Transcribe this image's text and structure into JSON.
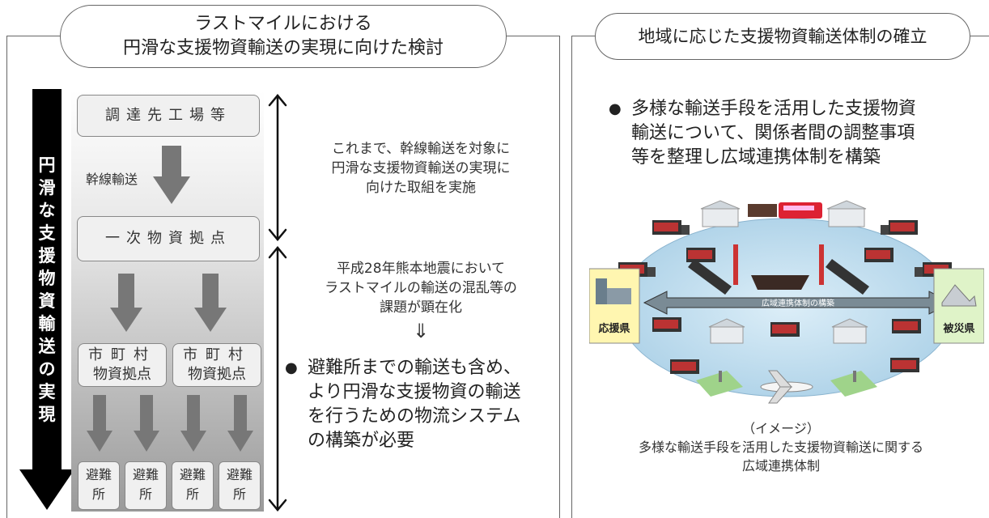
{
  "left": {
    "title_line1": "ラストマイルにおける",
    "title_line2": "円滑な支援物資輸送の実現に向けた検討",
    "vertical_label": "円滑な支援物資輸送の実現",
    "box_supplier": "調達先工場等",
    "trunk_label": "幹線輸送",
    "box_primary": "一次物資拠点",
    "box_muni_1_line1": "市町村",
    "box_muni_1_line2": "物資拠点",
    "box_muni_2_line1": "市町村",
    "box_muni_2_line2": "物資拠点",
    "shelter_1_line1": "避難",
    "shelter_1_line2": "所",
    "shelter_2_line1": "避難",
    "shelter_2_line2": "所",
    "shelter_3_line1": "避難",
    "shelter_3_line2": "所",
    "shelter_4_line1": "避難",
    "shelter_4_line2": "所",
    "note1_line1": "これまで、幹線輸送を対象に",
    "note1_line2": "円滑な支援物資輸送の実現に",
    "note1_line3": "向けた取組を実施",
    "note2_line1": "平成28年熊本地震において",
    "note2_line2": "ラストマイルの輸送の混乱等の",
    "note2_line3": "課題が顕在化",
    "down_arrow_glyph": "⇓",
    "bullet_glyph": "●",
    "bullet_line1": "避難所までの輸送も含め、",
    "bullet_line2": "より円滑な支援物資の輸送",
    "bullet_line3": "を行うための物流システム",
    "bullet_line4": "の構築が必要"
  },
  "right": {
    "title": "地域に応じた支援物資輸送体制の確立",
    "bullet_glyph": "●",
    "bullet_line1": "多様な輸送手段を活用した支援物資",
    "bullet_line2": "輸送について、関係者間の調整事項",
    "bullet_line3": "等を整理し広域連携体制を構築",
    "illustration": {
      "center_label": "広域連携体制の構築",
      "left_label": "応援県",
      "right_label": "被災県"
    },
    "caption_line1": "（イメージ）",
    "caption_line2": "多様な輸送手段を活用した支援物資輸送に関する",
    "caption_line3": "広域連携体制"
  }
}
